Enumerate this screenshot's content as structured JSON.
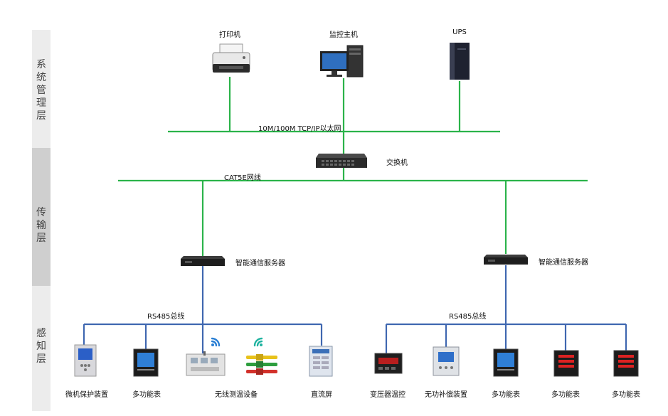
{
  "layers": {
    "management": "系统管理层",
    "transmission": "传输层",
    "perception": "感知层"
  },
  "top_devices": {
    "printer": "打印机",
    "monitor_host": "监控主机",
    "ups": "UPS"
  },
  "networks": {
    "ethernet": "10M/100M TCP/IP以太网",
    "switch": "交换机",
    "cat5e": "CAT5E网线",
    "server_left": "智能通信服务器",
    "server_right": "智能通信服务器",
    "rs485_left": "RS485总线",
    "rs485_right": "RS485总线"
  },
  "left_devices": {
    "d1": "微机保护装置",
    "d2": "多功能表",
    "d3": "无线测温设备",
    "d4": "直流屏"
  },
  "right_devices": {
    "d1": "变压器温控",
    "d2": "无功补偿装置",
    "d3": "多功能表",
    "d4": "多功能表",
    "d5": "多功能表"
  },
  "colors": {
    "ethernet_line": "#2bb34a",
    "rs485_line": "#3f67b0",
    "band_dark": "#cfcfcf",
    "band_light": "#ececec"
  }
}
